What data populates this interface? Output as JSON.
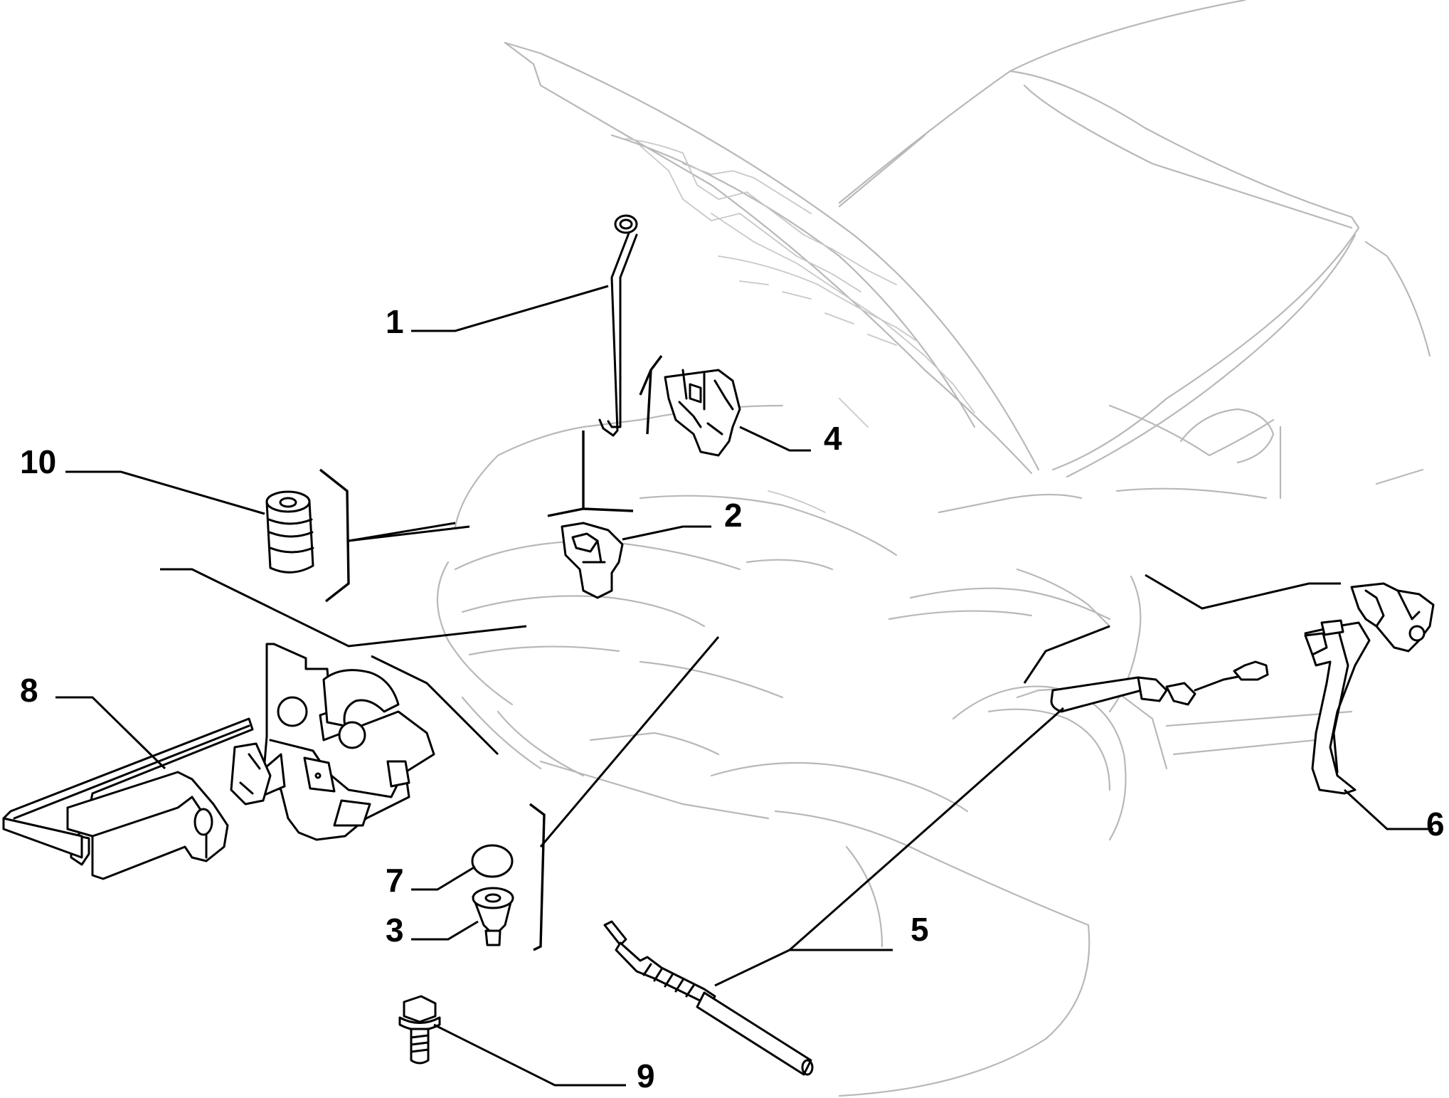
{
  "diagram": {
    "callouts": [
      {
        "id": "c1",
        "text": "1",
        "part": "bonnet-stay-rod"
      },
      {
        "id": "c2",
        "text": "2",
        "part": "stay-rod-clip"
      },
      {
        "id": "c3",
        "text": "3",
        "part": "rubber-buffer"
      },
      {
        "id": "c4",
        "text": "4",
        "part": "stay-rod-holder"
      },
      {
        "id": "c5",
        "text": "5",
        "part": "release-cable"
      },
      {
        "id": "c6",
        "text": "6",
        "part": "release-lever"
      },
      {
        "id": "c7",
        "text": "7",
        "part": "buffer-cap"
      },
      {
        "id": "c8",
        "text": "8",
        "part": "bonnet-lock"
      },
      {
        "id": "c9",
        "text": "9",
        "part": "flange-bolt"
      },
      {
        "id": "c10",
        "text": "10",
        "part": "adjustable-buffer"
      }
    ],
    "colors": {
      "ink": "#000000",
      "background_outline": "#b8b8b8",
      "paper": "#ffffff"
    }
  }
}
